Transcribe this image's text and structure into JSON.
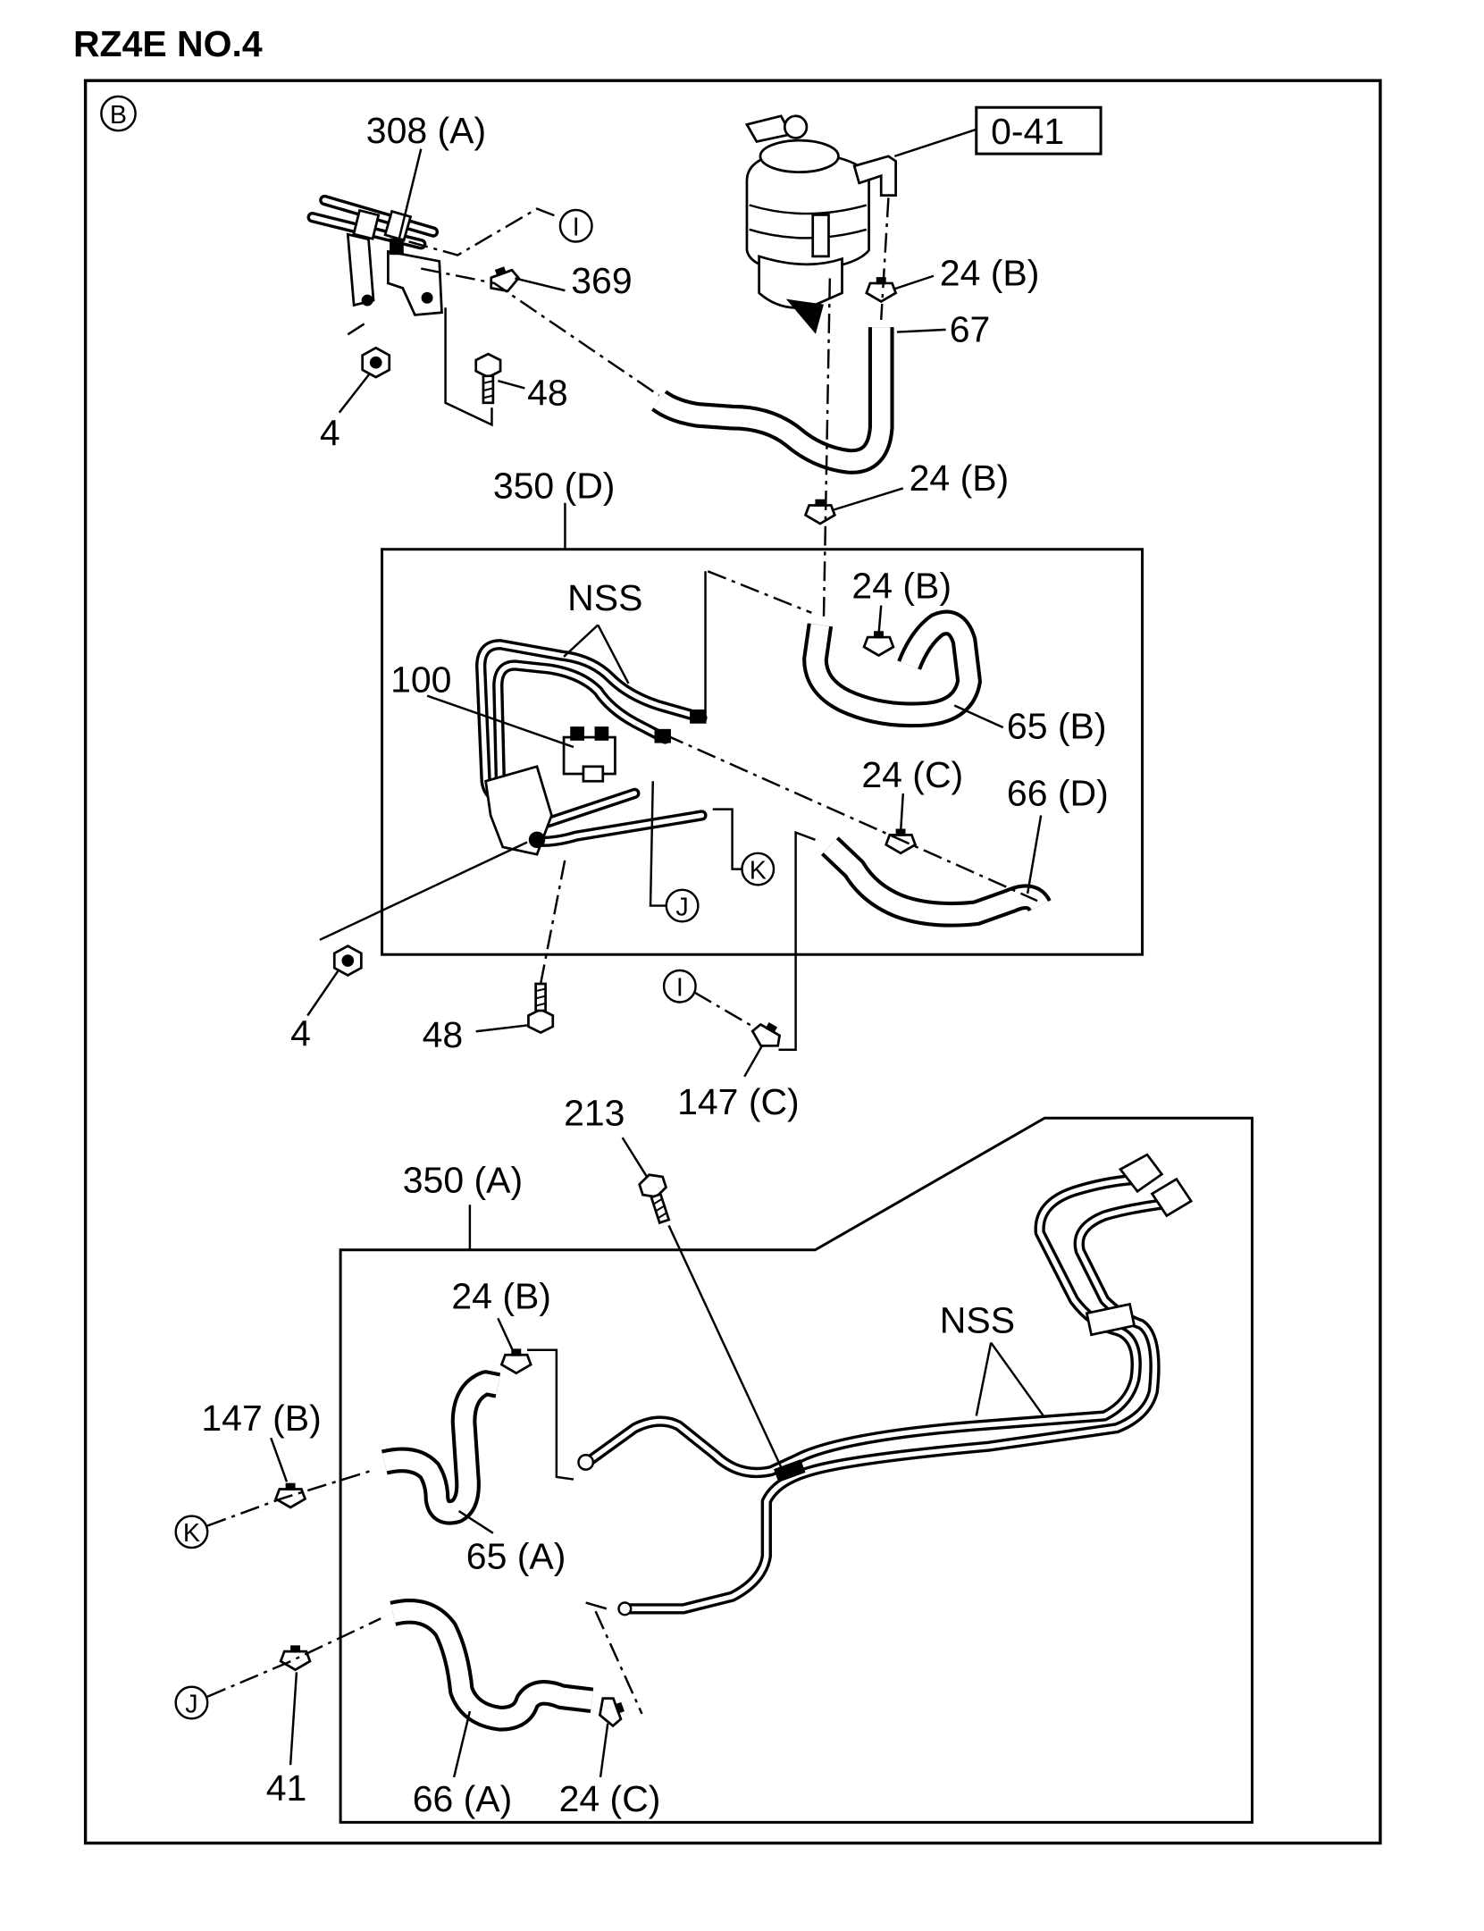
{
  "title": "RZ4E NO.4",
  "view_marker": "B",
  "reference_box": "0-41",
  "part_labels": {
    "p308a": "308 (A)",
    "p369": "369",
    "p4_top": "4",
    "p48_top": "48",
    "p24b_1": "24 (B)",
    "p67": "67",
    "p350d": "350 (D)",
    "p24b_2": "24 (B)",
    "nss_1": "NSS",
    "p24b_3": "24 (B)",
    "p100": "100",
    "p65b": "65 (B)",
    "p24c_1": "24 (C)",
    "p66d": "66 (D)",
    "p4_mid": "4",
    "p48_mid": "48",
    "p147c": "147 (C)",
    "p213": "213",
    "p350a": "350 (A)",
    "p24b_4": "24 (B)",
    "nss_2": "NSS",
    "p147b": "147 (B)",
    "p65a": "65 (A)",
    "p41": "41",
    "p66a": "66 (A)",
    "p24c_2": "24 (C)"
  },
  "connectors": {
    "i_top": "I",
    "k_mid": "K",
    "j_mid": "J",
    "i_mid": "I",
    "k_bottom": "K",
    "j_bottom": "J"
  }
}
